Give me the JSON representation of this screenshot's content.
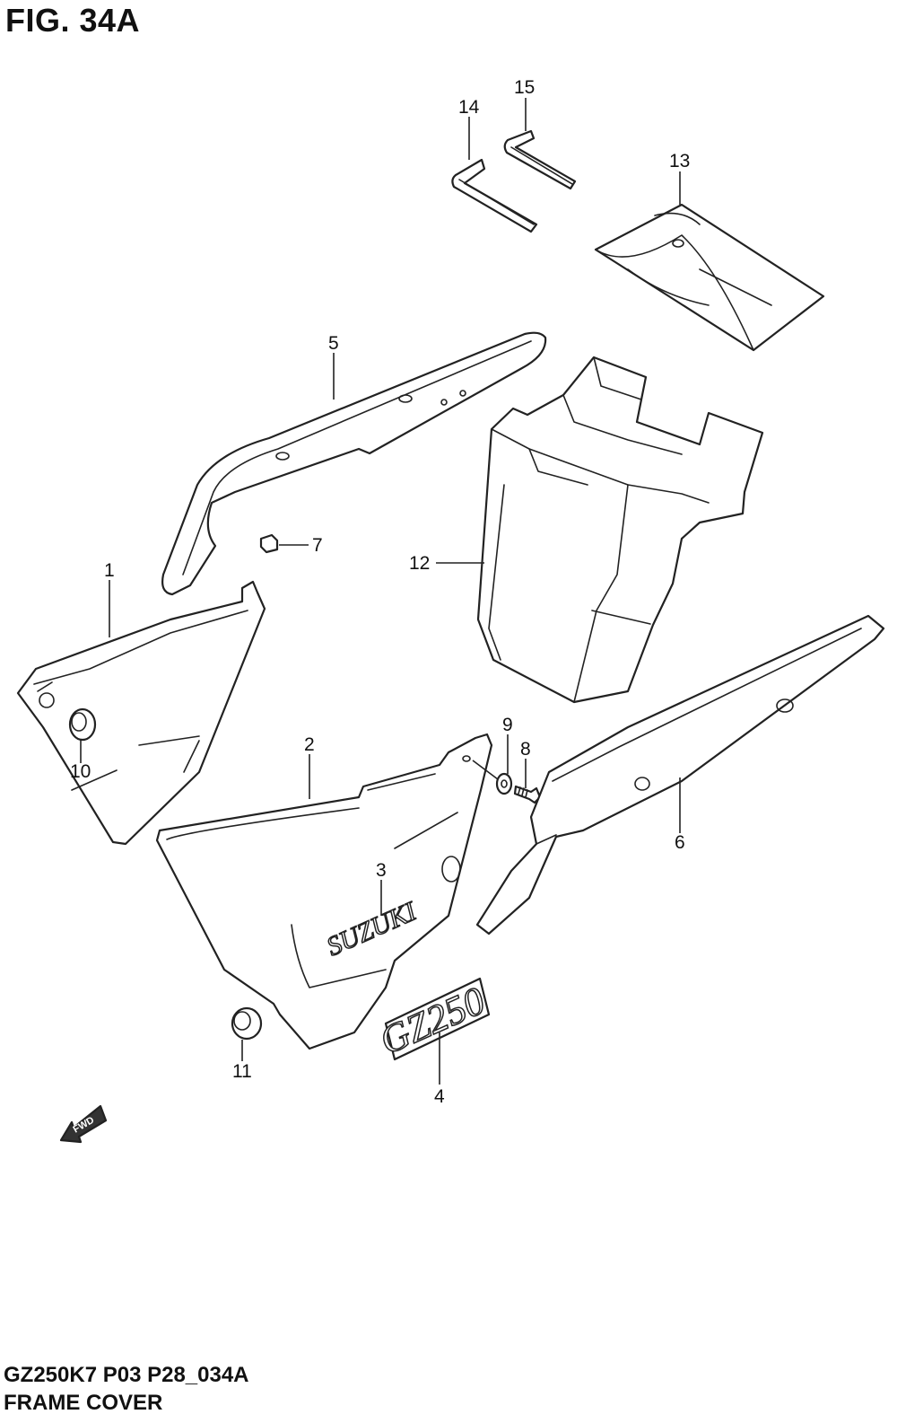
{
  "figure": {
    "title": "FIG. 34A"
  },
  "footer": {
    "model_code": "GZ250K7 P03 P28_034A",
    "section_name": "FRAME COVER"
  },
  "parts": [
    {
      "ref": "1"
    },
    {
      "ref": "2"
    },
    {
      "ref": "3"
    },
    {
      "ref": "4"
    },
    {
      "ref": "5"
    },
    {
      "ref": "6"
    },
    {
      "ref": "7"
    },
    {
      "ref": "8"
    },
    {
      "ref": "9"
    },
    {
      "ref": "10"
    },
    {
      "ref": "11"
    },
    {
      "ref": "12"
    },
    {
      "ref": "13"
    },
    {
      "ref": "14"
    },
    {
      "ref": "15"
    }
  ],
  "markings": {
    "brand_text": "SUZUKI",
    "emblem_text": "GZ250",
    "direction_arrow": "FWD"
  }
}
